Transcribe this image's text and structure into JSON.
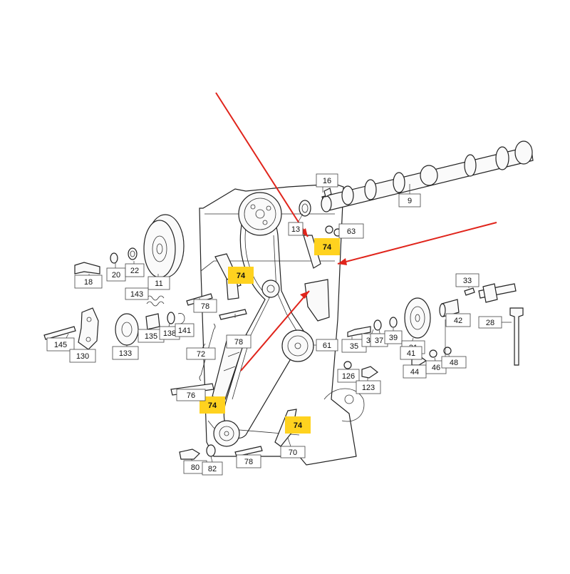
{
  "diagram": {
    "callouts": [
      {
        "id": "c16",
        "text": "16"
      },
      {
        "id": "c9",
        "text": "9"
      },
      {
        "id": "c13",
        "text": "13"
      },
      {
        "id": "c63",
        "text": "63"
      },
      {
        "id": "c74a",
        "text": "74",
        "highlight": true
      },
      {
        "id": "c74b",
        "text": "74",
        "highlight": true
      },
      {
        "id": "c74c",
        "text": "74",
        "highlight": true
      },
      {
        "id": "c74d",
        "text": "74",
        "highlight": true
      },
      {
        "id": "c18",
        "text": "18"
      },
      {
        "id": "c20",
        "text": "20"
      },
      {
        "id": "c22",
        "text": "22"
      },
      {
        "id": "c11",
        "text": "11"
      },
      {
        "id": "c143",
        "text": "143"
      },
      {
        "id": "c78a",
        "text": "78"
      },
      {
        "id": "c78b",
        "text": "78"
      },
      {
        "id": "c78c",
        "text": "78"
      },
      {
        "id": "c145",
        "text": "145"
      },
      {
        "id": "c130",
        "text": "130"
      },
      {
        "id": "c133",
        "text": "133"
      },
      {
        "id": "c135",
        "text": "135"
      },
      {
        "id": "c138",
        "text": "138"
      },
      {
        "id": "c141",
        "text": "141"
      },
      {
        "id": "c72",
        "text": "72"
      },
      {
        "id": "c76",
        "text": "76"
      },
      {
        "id": "c61",
        "text": "61"
      },
      {
        "id": "c35",
        "text": "35"
      },
      {
        "id": "c36",
        "text": "36"
      },
      {
        "id": "c37",
        "text": "37"
      },
      {
        "id": "c39",
        "text": "39"
      },
      {
        "id": "c31",
        "text": "31"
      },
      {
        "id": "c42",
        "text": "42"
      },
      {
        "id": "c33",
        "text": "33"
      },
      {
        "id": "c28",
        "text": "28"
      },
      {
        "id": "c41",
        "text": "41"
      },
      {
        "id": "c44",
        "text": "44"
      },
      {
        "id": "c46",
        "text": "46"
      },
      {
        "id": "c48",
        "text": "48"
      },
      {
        "id": "c126",
        "text": "126"
      },
      {
        "id": "c123",
        "text": "123"
      },
      {
        "id": "c70",
        "text": "70"
      },
      {
        "id": "c80",
        "text": "80"
      },
      {
        "id": "c82",
        "text": "82"
      }
    ],
    "highlight_color": "#ffd21f",
    "arrow_color": "#e0241b",
    "icons": [
      "red-arrow-icon"
    ]
  }
}
